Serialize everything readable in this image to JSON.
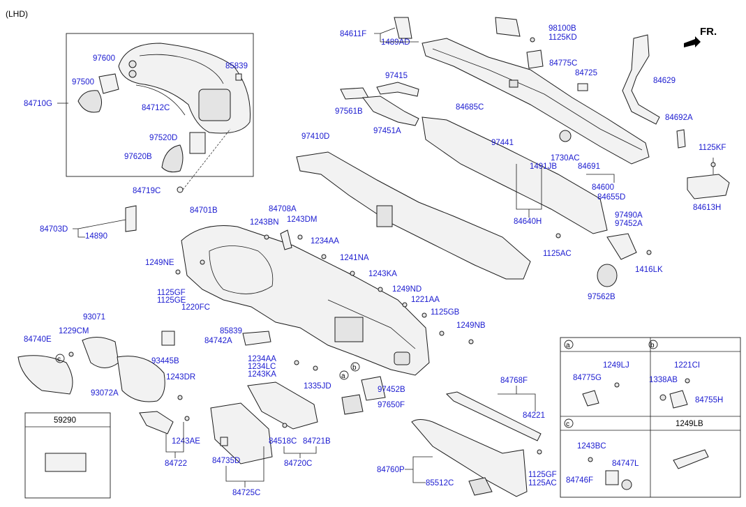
{
  "header": {
    "lhd": "(LHD)",
    "fr": "FR."
  },
  "labels": {
    "l84611F": "84611F",
    "l1489AD": "1489AD",
    "l98100B": "98100B",
    "l1125KD": "1125KD",
    "l84775C": "84775C",
    "l84725": "84725",
    "l84629": "84629",
    "l97415": "97415",
    "l84685C": "84685C",
    "l97561B": "97561B",
    "l97451A": "97451A",
    "l84692A": "84692A",
    "l1125KF": "1125KF",
    "l97410D": "97410D",
    "l97441": "97441",
    "l1730AC": "1730AC",
    "l1491JB": "1491JB",
    "l84691": "84691",
    "l84600": "84600",
    "l84655D": "84655D",
    "l84613H": "84613H",
    "l84640H": "84640H",
    "l97490A": "97490A",
    "l97452A": "97452A",
    "l1125AC": "1125AC",
    "l1416LK": "1416LK",
    "l97562B": "97562B",
    "l97600": "97600",
    "l85839a": "85839",
    "l97500": "97500",
    "l84710G": "84710G",
    "l84712C": "84712C",
    "l97520D": "97520D",
    "l97620B": "97620B",
    "l84719C": "84719C",
    "l84703D": "84703D",
    "l14890": "14890",
    "l84701B": "84701B",
    "l84708A": "84708A",
    "l1243BN": "1243BN",
    "l1243DM": "1243DM",
    "l1234AA": "1234AA",
    "l1241NA": "1241NA",
    "l1249NE": "1249NE",
    "l1243KA": "1243KA",
    "l1249ND": "1249ND",
    "l1221AA": "1221AA",
    "l1125GB": "1125GB",
    "l1249NB": "1249NB",
    "l1125GF": "1125GF",
    "l1125GE": "1125GE",
    "l1220FC": "1220FC",
    "l93071": "93071",
    "l1229CM": "1229CM",
    "l84740E": "84740E",
    "l85839b": "85839",
    "l84742A": "84742A",
    "l93445B": "93445B",
    "l1234AA2": "1234AA",
    "l1234LC": "1234LC",
    "l1243KA2": "1243KA",
    "l1243DR": "1243DR",
    "l93072A": "93072A",
    "l1335JD": "1335JD",
    "l97452B": "97452B",
    "l97650F": "97650F",
    "l84768F": "84768F",
    "l84221": "84221",
    "l84722": "84722",
    "l1243AE": "1243AE",
    "l84735D": "84735D",
    "l84518C": "84518C",
    "l84721B": "84721B",
    "l84720C": "84720C",
    "l84725C": "84725C",
    "l84760P": "84760P",
    "l85512C": "85512C",
    "l1125GF2": "1125GF",
    "l1125AC2": "1125AC",
    "l59290": "59290",
    "la_title": "a",
    "lb_title": "b",
    "lc_title": "c",
    "l1249LB": "1249LB",
    "l1249LJ": "1249LJ",
    "l84775G": "84775G",
    "l1221CI": "1221CI",
    "l1338AB": "1338AB",
    "l84755H": "84755H",
    "l1243BC": "1243BC",
    "l84747L": "84747L",
    "l84746F": "84746F",
    "callA": "a",
    "callB": "b",
    "callC": "c"
  }
}
